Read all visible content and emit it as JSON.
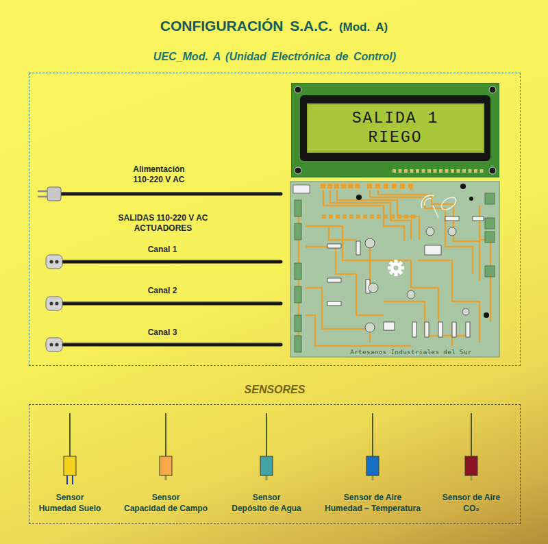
{
  "diagram": {
    "title": "CONFIGURACIÓN S.A.C. (Mod. A)",
    "nodes": [
      {
        "text": [
          "UEC_Mod. A (Unidad Electrónica de Control)"
        ]
      },
      {
        "text": [
          "SALIDA 1",
          "RIEGO"
        ],
        "in": 0
      },
      {
        "text": [
          "SENSORES"
        ]
      },
      {
        "text": [
          "Sensor Humedad Suelo"
        ],
        "in": 2
      },
      {
        "text": [
          "Sensor Capacidad de Campo"
        ],
        "in": 2
      },
      {
        "text": [
          "Sensor Depósito de Agua"
        ],
        "in": 2
      },
      {
        "text": [
          "Sensor de Aire Humedad – Temperatura"
        ],
        "in": 2
      },
      {
        "text": [
          "Sensor de Aire CO₂"
        ],
        "in": 2
      }
    ],
    "labels": [
      "Alimentación 110-220 V AC",
      "SALIDAS 110-220 V AC ACTUADORES",
      "Canal 1",
      "Canal 2",
      "Canal 3",
      "Artesanos Industriales del Sur"
    ]
  }
}
